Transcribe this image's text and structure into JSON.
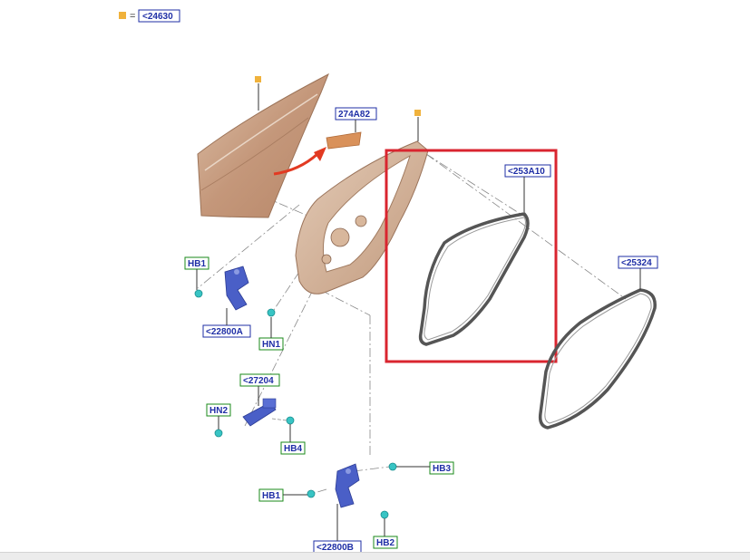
{
  "legend": {
    "marker_color": "#f0b23c",
    "equals": "=",
    "ref": "<24630"
  },
  "colors": {
    "blue_label": "#1f2fa6",
    "green_label": "#1a8a1a",
    "highlight_box": "#d9252f",
    "arrow": "#e23a22",
    "panel_fill": "#c79e7f",
    "hinge_blue": "#4a5fc7",
    "fastener_cyan": "#38c4c4",
    "seal_gray": "#555555"
  },
  "labels": {
    "outer_panel_marker": "",
    "pad": "274A82",
    "seal_inner": "<253A10",
    "seal_outer": "<25324",
    "hinge_upper": "<22800A",
    "hinge_lower": "<22800B",
    "check": "<27204",
    "hb1_upper": "HB1",
    "hn1": "HN1",
    "hn2": "HN2",
    "hb4": "HB4",
    "hb3": "HB3",
    "hb1_lower": "HB1",
    "hb2": "HB2"
  }
}
